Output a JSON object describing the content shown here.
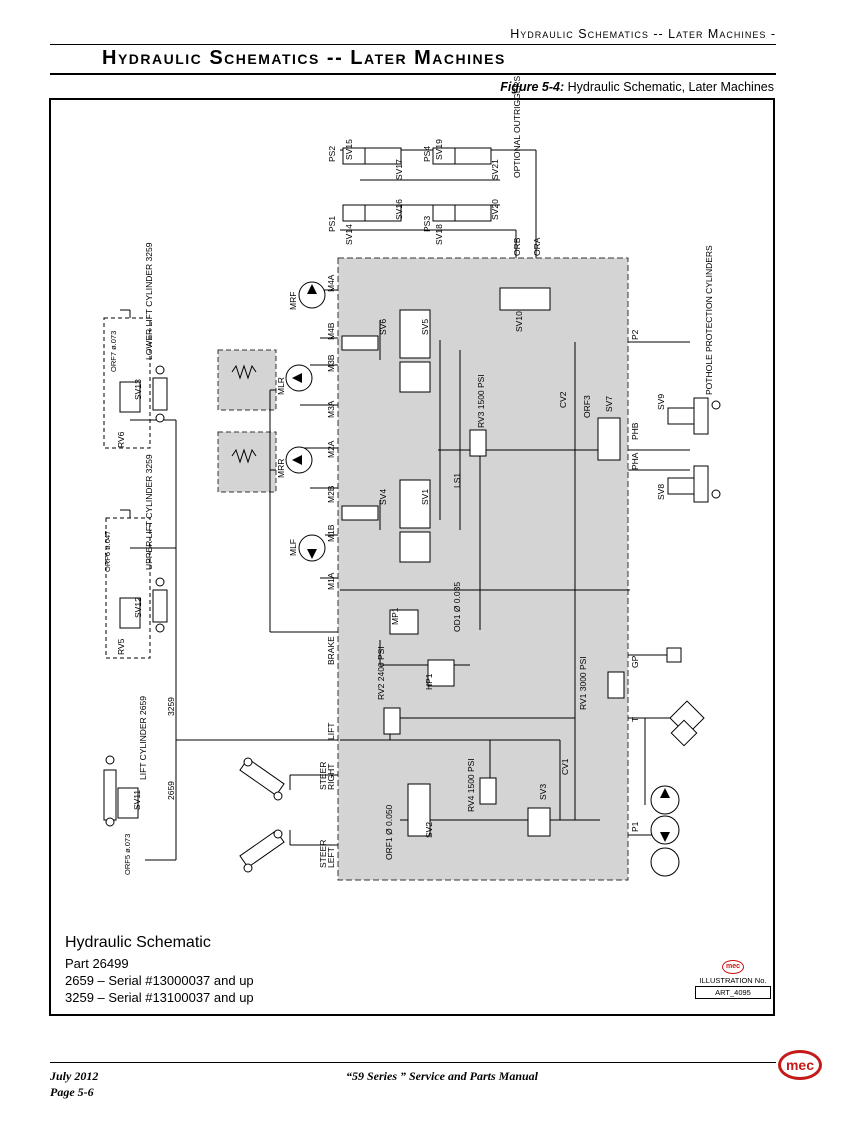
{
  "header": {
    "running_head": "Hydraulic Schematics -- Later Machines -",
    "title": "Hydraulic Schematics -- Later Machines",
    "figure_label": "Figure 5-4:",
    "figure_caption": "Hydraulic Schematic, Later Machines"
  },
  "schematic": {
    "ports_left": [
      "M4A",
      "M4B",
      "M3B",
      "M3A",
      "M2A",
      "M2B",
      "M1B",
      "M1A",
      "BRAKE",
      "LIFT",
      "STEER RIGHT",
      "STEER LEFT"
    ],
    "ports_right": [
      "P2",
      "PHB",
      "PHA",
      "GP",
      "T",
      "P1"
    ],
    "motors": [
      "MRF",
      "MLR",
      "MRR",
      "MLF"
    ],
    "valves": [
      "SV1",
      "SV2",
      "SV3",
      "SV4",
      "SV5",
      "SV6",
      "SV7",
      "SV8",
      "SV9",
      "SV10",
      "SV11",
      "SV12",
      "SV13",
      "SV14",
      "SV15",
      "SV16",
      "SV17",
      "SV18",
      "SV19",
      "SV20",
      "SV21"
    ],
    "pressure_switches": [
      "PS1",
      "PS2",
      "PS3",
      "PS4"
    ],
    "relief_valves": {
      "rv1": "RV1 3000 PSI",
      "rv2": "RV2 2400 PSI",
      "rv3": "RV3 1500 PSI",
      "rv4": "RV4 1500 PSI",
      "rv5": "RV5",
      "rv6": "RV6"
    },
    "orifices": {
      "orf1": "ORF1 Ø 0.050",
      "od1": "OD1 Ø 0.035",
      "orf3": "ORF3",
      "orf5": "ORF5 ø.073",
      "orf6": "ORF6 ø.047",
      "orf7": "ORF7 ø.073"
    },
    "misc": [
      "CV1",
      "CV2",
      "HP1",
      "MP1",
      "LS1",
      "ORA",
      "ORB"
    ],
    "cylinders": {
      "lower_lift": "LOWER LIFT CYLINDER 3259",
      "upper_lift": "UPPER LIFT CYLINDER 3259",
      "lift_2659": "LIFT CYLINDER 2659",
      "pothole": "POTHOLE PROTECTION CYLINDERS",
      "outriggers": "OPTIONAL OUTRIGGERS"
    },
    "line_labels": [
      "3259",
      "2659"
    ]
  },
  "legend": {
    "title": "Hydraulic Schematic",
    "part": "Part 26499",
    "line1": "2659 – Serial #13000037 and up",
    "line2": "3259 – Serial #13100037 and up"
  },
  "illustration": {
    "logo": "mec",
    "label": "ILLUSTRATION No.",
    "number": "ART_4095"
  },
  "footer": {
    "date": "July 2012",
    "page": "Page 5-6",
    "manual": "“59 Series ” Service and Parts Manual",
    "logo": "mec"
  },
  "colors": {
    "manifold_fill": "#d4d4d4",
    "logo_red": "#c41a1a"
  }
}
